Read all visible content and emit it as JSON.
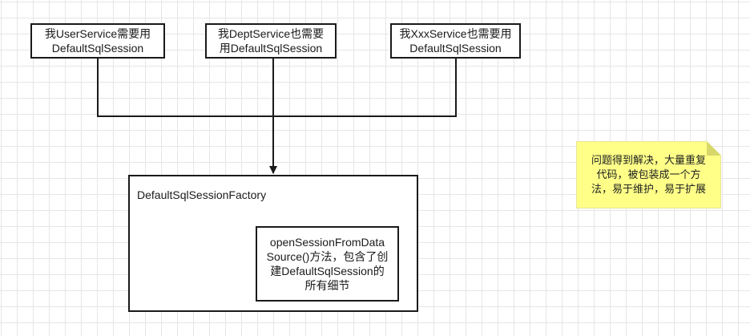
{
  "services": {
    "user": {
      "line1": "我UserService需要用",
      "line2": "DefaultSqlSession"
    },
    "dept": {
      "line1": "我DeptService也需要",
      "line2": "用DefaultSqlSession"
    },
    "xxx": {
      "line1": "我XxxService也需要用",
      "line2": "DefaultSqlSession"
    }
  },
  "factory": {
    "title": "DefaultSqlSessionFactory",
    "method": {
      "line1": "openSessionFromData",
      "line2": "Source()方法，包含了创",
      "line3": "建DefaultSqlSession的",
      "line4": "所有细节"
    }
  },
  "note": {
    "line1": "问题得到解决，大量重复",
    "line2": "代码，被包装成一个方",
    "line3": "法，易于维护，易于扩展",
    "color": "#ffff88"
  },
  "colors": {
    "stroke": "#1a1a1a",
    "grid": "#e6e6e6"
  }
}
